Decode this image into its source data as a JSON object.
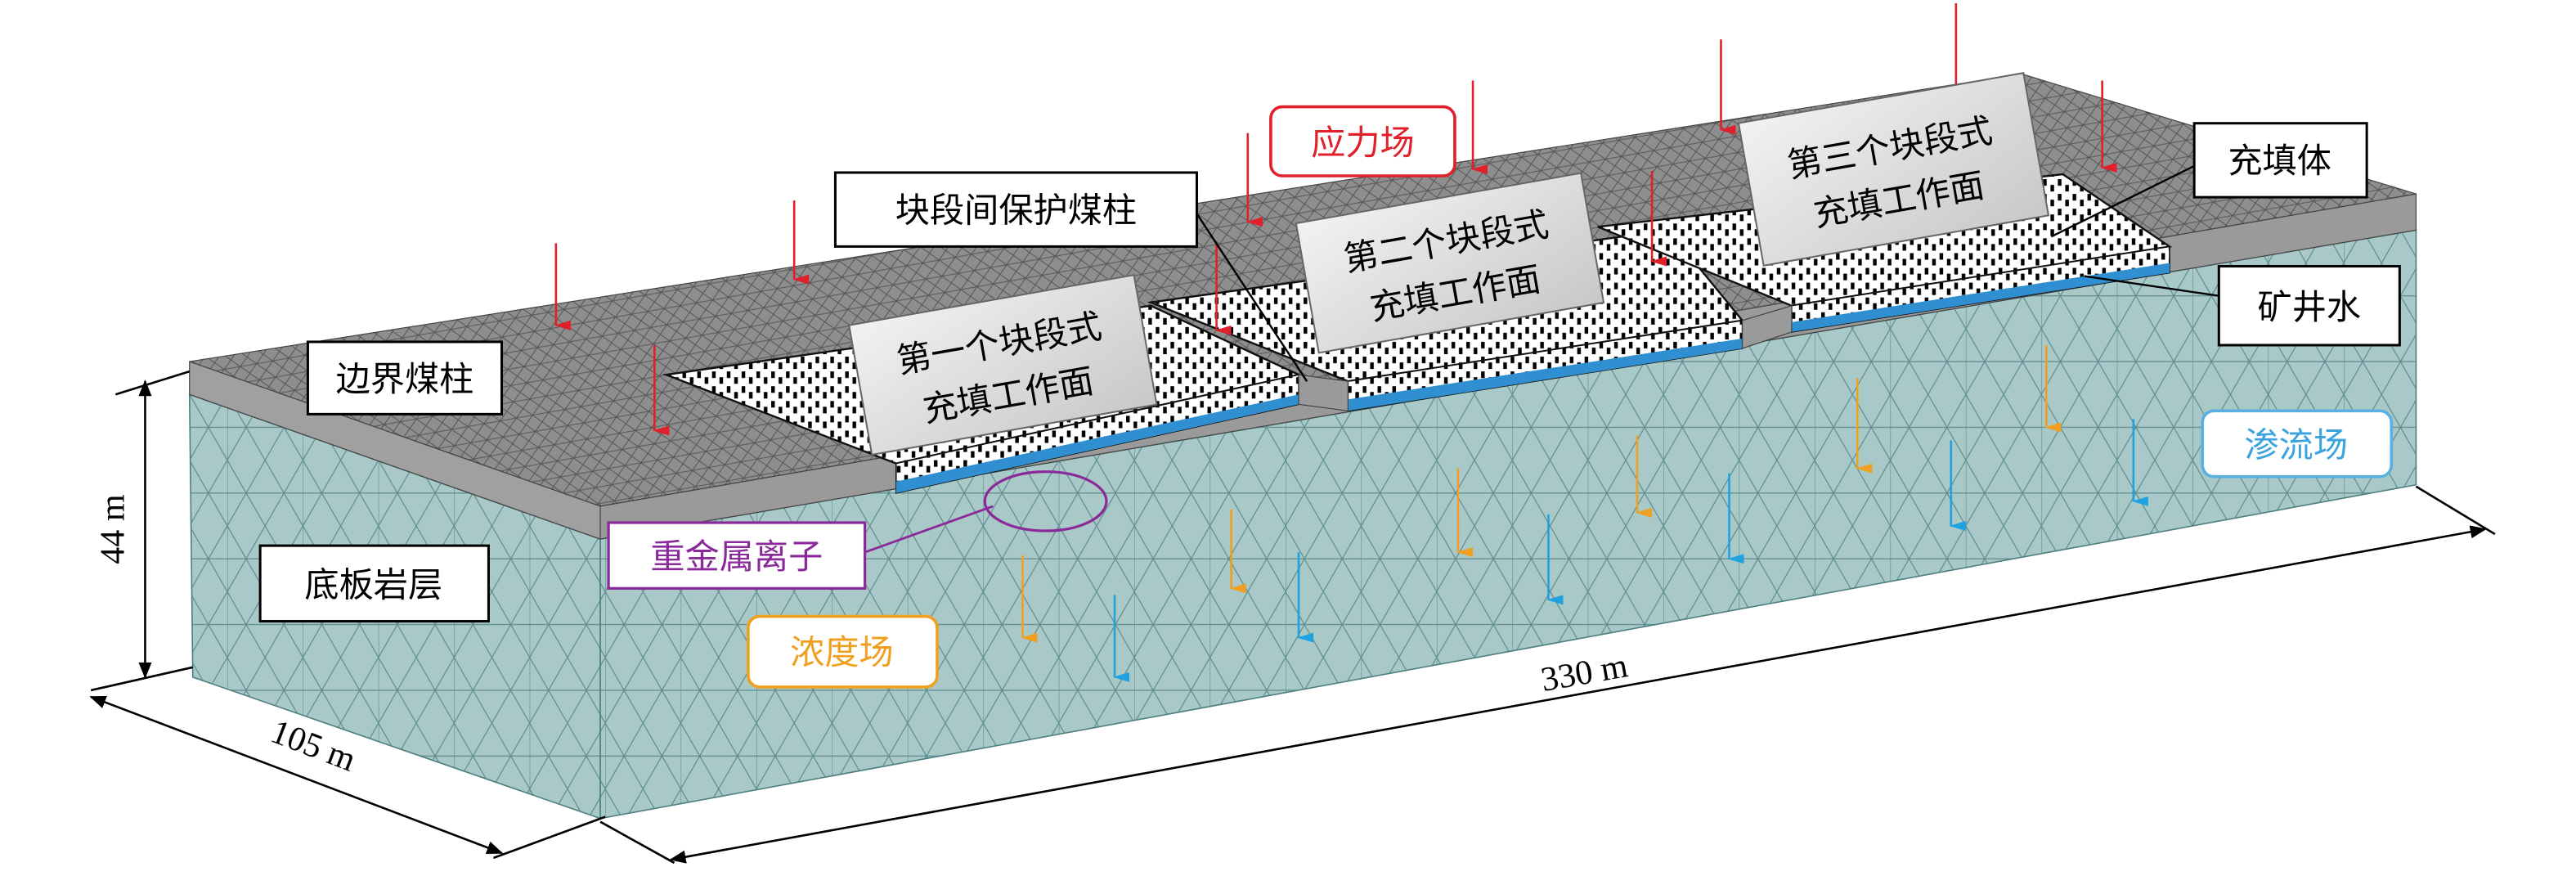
{
  "labels": {
    "boundary_pillar": "边界煤柱",
    "protective_pillar": "块段间保护煤柱",
    "stress_field": "应力场",
    "face1_line1": "第一个块段式",
    "face1_line2": "充填工作面",
    "face2_line1": "第二个块段式",
    "face2_line2": "充填工作面",
    "face3_line1": "第三个块段式",
    "face3_line2": "充填工作面",
    "backfill": "充填体",
    "mine_water": "矿井水",
    "seepage_field": "渗流场",
    "heavy_metal_ions": "重金属离子",
    "concentration_field": "浓度场",
    "floor_rock": "底板岩层"
  },
  "dimensions": {
    "height": "44 m",
    "width": "105 m",
    "length": "330 m"
  },
  "colors": {
    "stress": "#e0202a",
    "concentration": "#f0a020",
    "seepage": "#1fa3e0",
    "heavy_metal": "#8a2a9a",
    "rock": "#a9c8c8",
    "coal": "#8c8c8c",
    "water": "#2f8fd0"
  }
}
